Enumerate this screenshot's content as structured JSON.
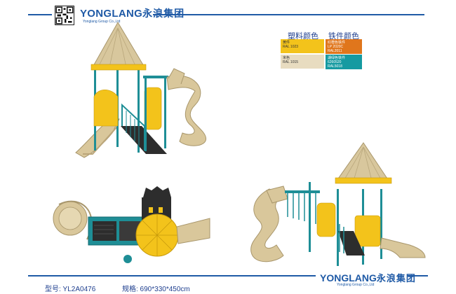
{
  "brand": {
    "name_latin": "YONGLANG",
    "name_cn": "永浪集团",
    "sub": "Yonglang Group Co.,Ltd"
  },
  "legend": {
    "plastic_heading": "塑料颜色",
    "iron_heading": "铁件颜色",
    "plastic_colors": [
      {
        "line1": "黄件",
        "line2": "RAL 1023",
        "color": "#f3c31b"
      },
      {
        "line1": "米色",
        "line2": "RAL 1015",
        "color": "#e8dcc0"
      }
    ],
    "iron_colors": [
      {
        "line1": "红橙色铁件",
        "line2": "LP 2020C",
        "line3": "RAL2011",
        "color": "#e0761c"
      },
      {
        "line1": "湖绿色铁件",
        "line2": "6260520",
        "line3": "RAL5018",
        "color": "#159aa1"
      }
    ]
  },
  "footer": {
    "model": "型号: YL2A0476",
    "size": "规格: 690*330*450cm"
  },
  "colors": {
    "brand_blue": "#1f5aa6",
    "beige": "#d8c79d",
    "teal": "#1e8e96",
    "yellow": "#f3c31b",
    "dark": "#2d2d2d"
  }
}
